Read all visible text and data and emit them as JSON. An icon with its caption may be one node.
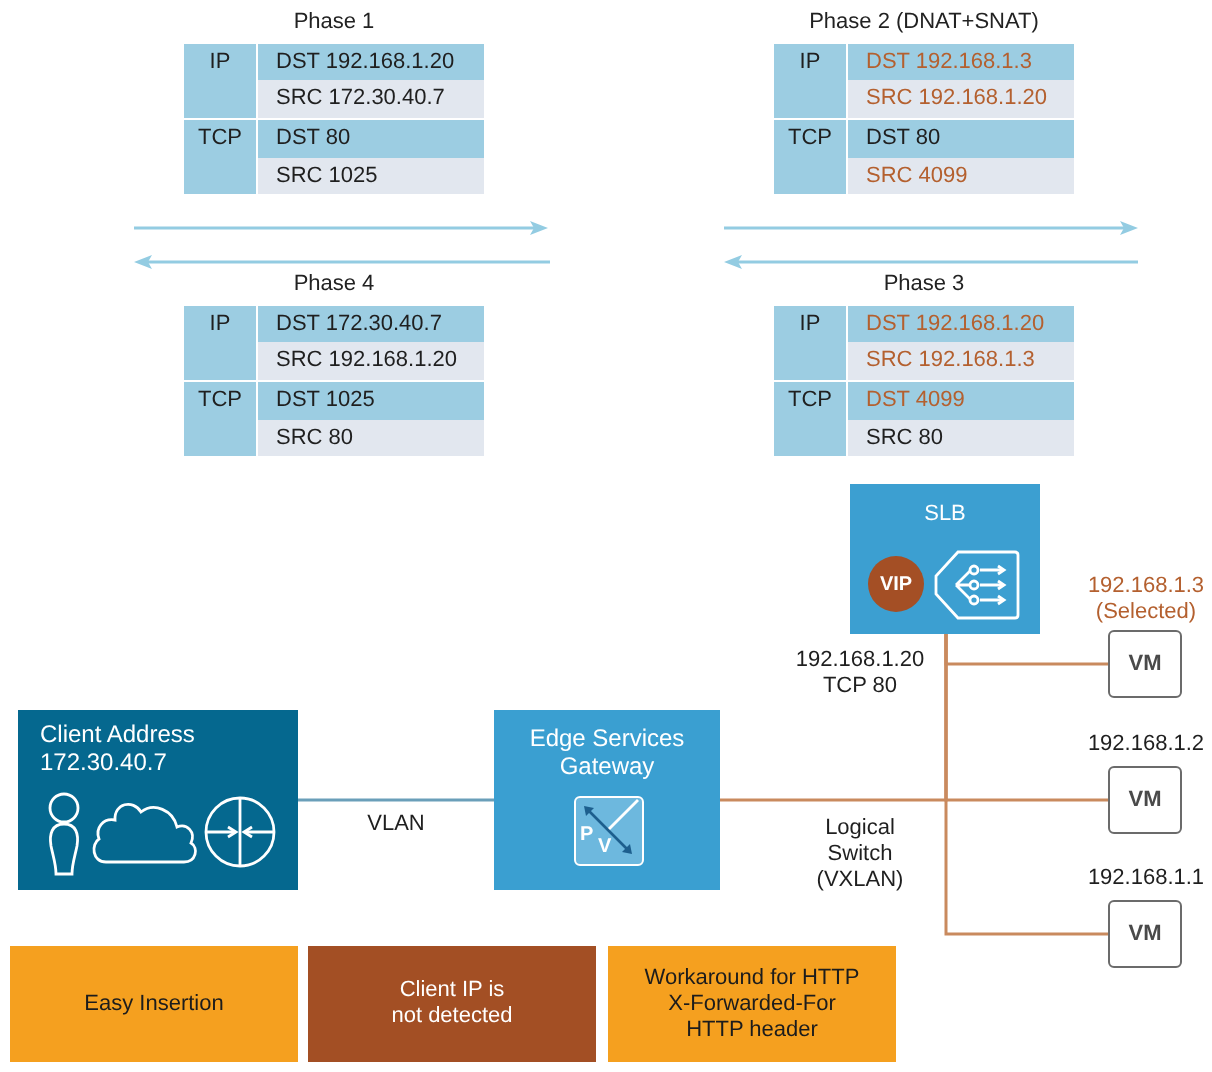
{
  "diagram": {
    "nodes": [
      {
        "text": [
          "Phase 1"
        ]
      },
      {
        "text": [
          "IP"
        ],
        "in": 0
      },
      {
        "text": [
          "DST 192.168.1.20"
        ],
        "in": 0
      },
      {
        "text": [
          "SRC 172.30.40.7"
        ],
        "in": 0
      },
      {
        "text": [
          "TCP"
        ],
        "in": 0
      },
      {
        "text": [
          "DST 80"
        ],
        "in": 0
      },
      {
        "text": [
          "SRC 1025"
        ],
        "in": 0
      },
      {
        "text": [
          "Phase 2 (DNAT+SNAT)"
        ]
      },
      {
        "text": [
          "IP"
        ],
        "in": 7
      },
      {
        "text": [
          "DST 192.168.1.3"
        ],
        "in": 7
      },
      {
        "text": [
          "SRC 192.168.1.20"
        ],
        "in": 7
      },
      {
        "text": [
          "TCP"
        ],
        "in": 7
      },
      {
        "text": [
          "DST 80"
        ],
        "in": 7
      },
      {
        "text": [
          "SRC 4099"
        ],
        "in": 7
      },
      {
        "text": [
          "Phase 4"
        ]
      },
      {
        "text": [
          "IP"
        ],
        "in": 14
      },
      {
        "text": [
          "DST 172.30.40.7"
        ],
        "in": 14
      },
      {
        "text": [
          "SRC 192.168.1.20"
        ],
        "in": 14
      },
      {
        "text": [
          "TCP"
        ],
        "in": 14
      },
      {
        "text": [
          "DST 1025"
        ],
        "in": 14
      },
      {
        "text": [
          "SRC 80"
        ],
        "in": 14
      },
      {
        "text": [
          "Phase 3"
        ]
      },
      {
        "text": [
          "IP"
        ],
        "in": 21
      },
      {
        "text": [
          "DST 192.168.1.20"
        ],
        "in": 21
      },
      {
        "text": [
          "SRC 192.168.1.3"
        ],
        "in": 21
      },
      {
        "text": [
          "TCP"
        ],
        "in": 21
      },
      {
        "text": [
          "DST 4099"
        ],
        "in": 21
      },
      {
        "text": [
          "SRC 80"
        ],
        "in": 21
      },
      {
        "text": [
          "SLB"
        ],
        "beside": [
          "192.168.1.20 TCP 80"
        ]
      },
      {
        "text": [
          "VIP"
        ],
        "in": 28
      },
      {
        "text": [
          "VM"
        ],
        "beside": [
          "192.168.1.3 (Selected)"
        ]
      },
      {
        "text": [
          "Client Address 172.30.40.7"
        ]
      },
      {
        "text": [
          "Edge Services Gateway"
        ]
      },
      {
        "text": [
          "P",
          "V"
        ],
        "in": 32
      },
      {
        "text": [
          "VM"
        ],
        "beside": [
          "192.168.1.2"
        ]
      },
      {
        "text": [
          "VM"
        ],
        "beside": [
          "192.168.1.1"
        ]
      },
      {
        "text": [
          "Easy Insertion"
        ]
      },
      {
        "text": [
          "Client IP is not detected"
        ]
      },
      {
        "text": [
          "Workaround for HTTP X-Forwarded-For HTTP header"
        ]
      }
    ],
    "edges": [
      {
        "from": 31,
        "to": 32,
        "arrow": "none",
        "label": "VLAN",
        "color": "#6a9fb9"
      },
      {
        "from": 28,
        "to": 30,
        "arrow": "none"
      },
      {
        "from": 28,
        "to": 32,
        "arrow": "none"
      },
      {
        "from": 28,
        "to": 34,
        "arrow": "none"
      },
      {
        "from": 28,
        "to": 35,
        "arrow": "none"
      }
    ],
    "labels": [
      "Logical Switch (VXLAN)"
    ]
  }
}
